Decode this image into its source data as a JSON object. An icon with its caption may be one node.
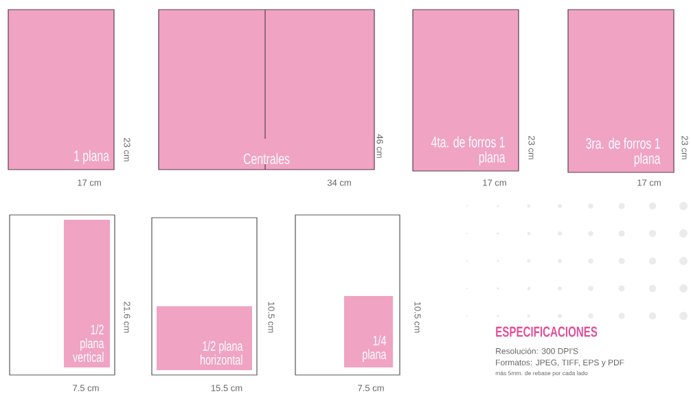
{
  "diagram": {
    "nodes": [
      {
        "text": [
          "1 plana"
        ],
        "beside": [
          "23 cm",
          "17 cm"
        ]
      },
      {
        "text": [
          "Centrales"
        ],
        "beside": [
          "46 cm",
          "34 cm"
        ]
      },
      {
        "text": [
          "4ta. de forros 1 plana"
        ],
        "beside": [
          "23 cm",
          "17 cm"
        ]
      },
      {
        "text": [
          "3ra. de forros 1 plana"
        ],
        "beside": [
          "23 cm",
          "17 cm"
        ]
      },
      {
        "text": [],
        "shape": "box",
        "beside": [
          "21.6 cm",
          "7.5 cm"
        ]
      },
      {
        "text": [
          "1/2 plana vertical"
        ],
        "in": 4
      },
      {
        "text": [],
        "shape": "box",
        "beside": [
          "10.5 cm",
          "15.5 cm"
        ]
      },
      {
        "text": [
          "1/2 plana horizontal"
        ],
        "in": 6
      },
      {
        "text": [],
        "shape": "box",
        "beside": [
          "10.5 cm",
          "7.5 cm"
        ]
      },
      {
        "text": [
          "1/4 plana"
        ],
        "in": 8
      }
    ],
    "labels": [
      "ESPECIFICACIONES",
      "Resolución: 300 DPI'S",
      "Formatos: JPEG, TIFF, EPS y PDF",
      "más 5mm. de rebase por cada lado"
    ]
  }
}
